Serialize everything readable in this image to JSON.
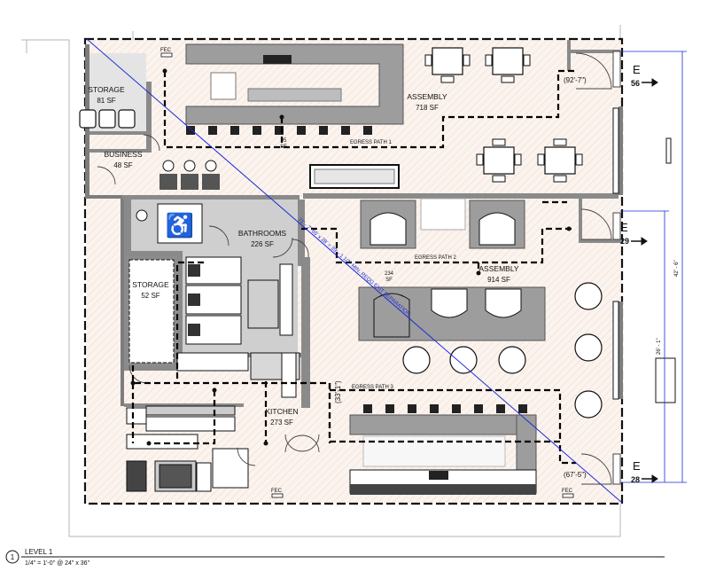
{
  "rooms": {
    "storage_top": {
      "name": "STORAGE",
      "area": "81 SF"
    },
    "business": {
      "name": "BUSINESS",
      "area": "48 SF"
    },
    "assembly_1": {
      "name": "ASSEMBLY",
      "area": "718 SF"
    },
    "bathrooms": {
      "name": "BATHROOMS",
      "area": "226 SF"
    },
    "storage_low": {
      "name": "STORAGE",
      "area": "52 SF"
    },
    "assembly_2": {
      "name": "ASSEMBLY",
      "area": "914 SF"
    },
    "kitchen": {
      "name": "KITCHEN",
      "area": "273 SF"
    }
  },
  "small_areas": {
    "bar_top": "95\nSF",
    "bar_mid": "234\nSF"
  },
  "egress_paths": [
    "EGRESS PATH 1",
    "EGRESS PATH 2",
    "EGRESS PATH 3"
  ],
  "path_lengths": {
    "p1": "(92'-7\")",
    "p3": "(67'-5\")",
    "p2_vertical": "(33'-1\")"
  },
  "separation_note": "71' - 7\" 65' x 28' = 39' - 1 1/2\" MIN. REQD EXIT SEPARATION",
  "exits": [
    {
      "letter": "E",
      "number": "56"
    },
    {
      "letter": "E",
      "number": "29"
    },
    {
      "letter": "E",
      "number": "28"
    }
  ],
  "fec_labels": [
    "FEC",
    "FEC",
    "FEC"
  ],
  "dimensions": {
    "overall": "42' - 6\"",
    "lower": "26' - 1\""
  },
  "footer": {
    "number": "1",
    "title": "LEVEL 1",
    "scale": "1/4\" = 1'-0\"  @ 24\" x 36\""
  }
}
